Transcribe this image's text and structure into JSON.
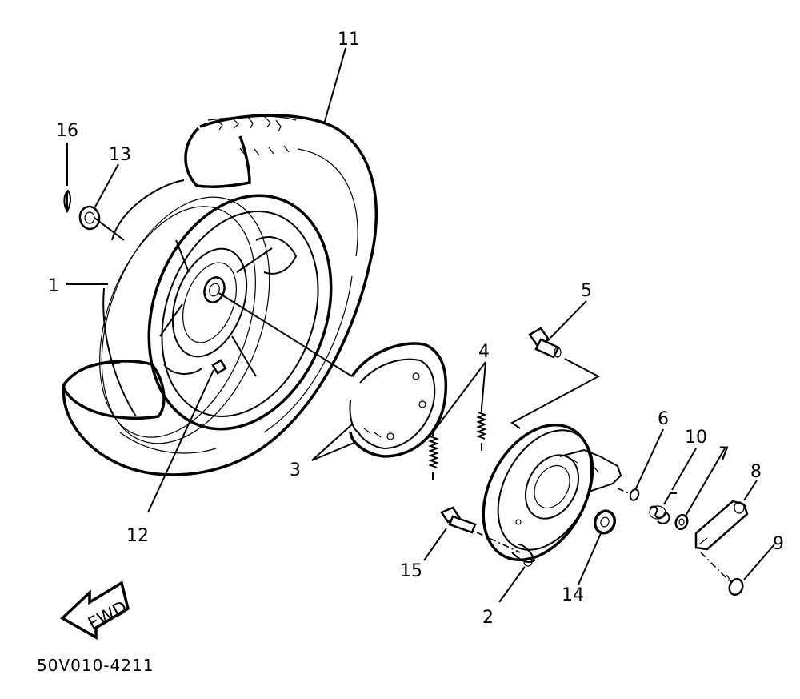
{
  "callouts": [
    {
      "id": "c1",
      "text": "1"
    },
    {
      "id": "c2",
      "text": "2"
    },
    {
      "id": "c3",
      "text": "3"
    },
    {
      "id": "c4",
      "text": "4"
    },
    {
      "id": "c5",
      "text": "5"
    },
    {
      "id": "c6",
      "text": "6"
    },
    {
      "id": "c7",
      "text": "7"
    },
    {
      "id": "c8",
      "text": "8"
    },
    {
      "id": "c9",
      "text": "9"
    },
    {
      "id": "c10",
      "text": "10"
    },
    {
      "id": "c11",
      "text": "11"
    },
    {
      "id": "c12",
      "text": "12"
    },
    {
      "id": "c13",
      "text": "13"
    },
    {
      "id": "c14",
      "text": "14"
    },
    {
      "id": "c15",
      "text": "15"
    },
    {
      "id": "c16",
      "text": "16"
    }
  ],
  "direction_arrow": {
    "text": "FWD",
    "icon": "forward-arrow-icon"
  },
  "diagram_code": "50V010-4211"
}
